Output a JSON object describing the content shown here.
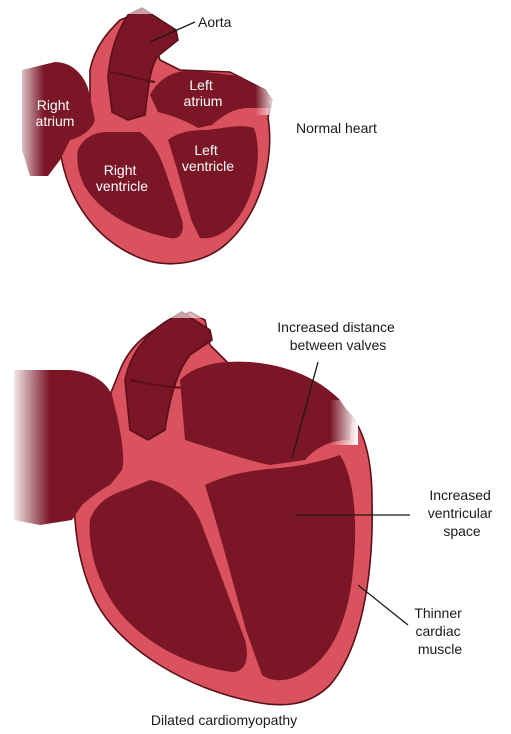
{
  "normal": {
    "caption": "Normal heart",
    "labels": {
      "aorta": "Aorta",
      "right_atrium": [
        "Right",
        "atrium"
      ],
      "left_atrium": [
        "Left",
        "atrium"
      ],
      "right_ventricle": [
        "Right",
        "ventricle"
      ],
      "left_ventricle": [
        "Left",
        "ventricle"
      ]
    }
  },
  "dilated": {
    "caption": "Dilated cardiomyopathy",
    "labels": {
      "valves": [
        "Increased distance",
        "between valves"
      ],
      "space": [
        "Increased",
        "ventricular",
        "space"
      ],
      "muscle": [
        "Thinner",
        "cardiac",
        "muscle"
      ]
    }
  },
  "colors": {
    "chamber": "#7a1626",
    "muscle": "#d9525d",
    "outline": "#5a0f1a"
  }
}
